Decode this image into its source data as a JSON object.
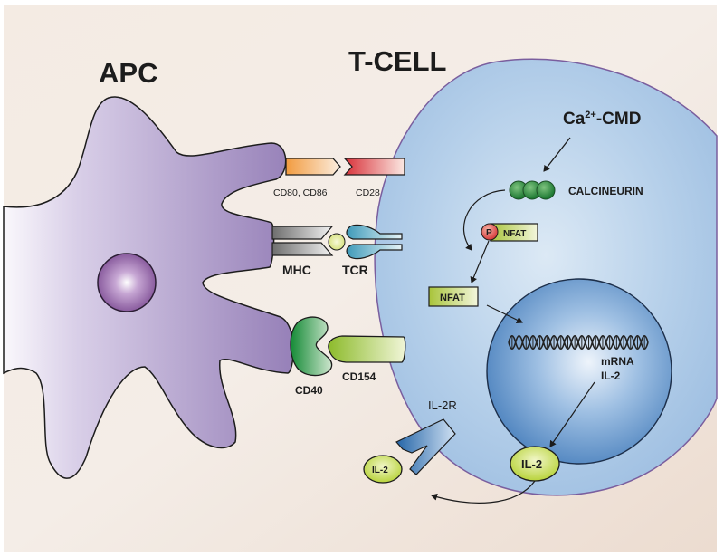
{
  "titles": {
    "apc": "APC",
    "tcell": "T-CELL"
  },
  "labels": {
    "cd80_cd86": "CD80, CD86",
    "cd28": "CD28",
    "mhc": "MHC",
    "tcr": "TCR",
    "cd40": "CD40",
    "cd154": "CD154",
    "ca_cmd_base": "Ca",
    "ca_cmd_sup": "2+",
    "ca_cmd_rest": "-CMD",
    "calcineurin": "CALCINEURIN",
    "p": "P",
    "nfat_phos": "NFAT",
    "nfat": "NFAT",
    "mrna": "mRNA",
    "il2_mrna": "IL-2",
    "il2_inside": "IL-2",
    "il2_outside": "IL-2",
    "il2r": "IL-2R"
  },
  "colors": {
    "background_top": "#f2e8df",
    "background_bottom": "#eedfd4",
    "apc_fill_dark": "#9b84bd",
    "apc_fill_light": "#f3eff8",
    "apc_nucleus": "#8e5fa3",
    "tcell_fill": "#a9c8e6",
    "tcell_border": "#7a5e9e",
    "nucleus_fill": "#5b8fc8",
    "cd80_color": "#f3a24b",
    "cd28_color": "#dd3b3b",
    "mhc_color": "#8c8c8c",
    "tcr_color": "#56a9c4",
    "cd40_color": "#1f8a3c",
    "cd154_color": "#9ec43a",
    "calcineurin_color": "#2f8a3e",
    "nfat_color": "#b7cf4f",
    "phosphate_color": "#d94545",
    "il2_color": "#c6dc4a",
    "il2r_color": "#2d72b0"
  }
}
